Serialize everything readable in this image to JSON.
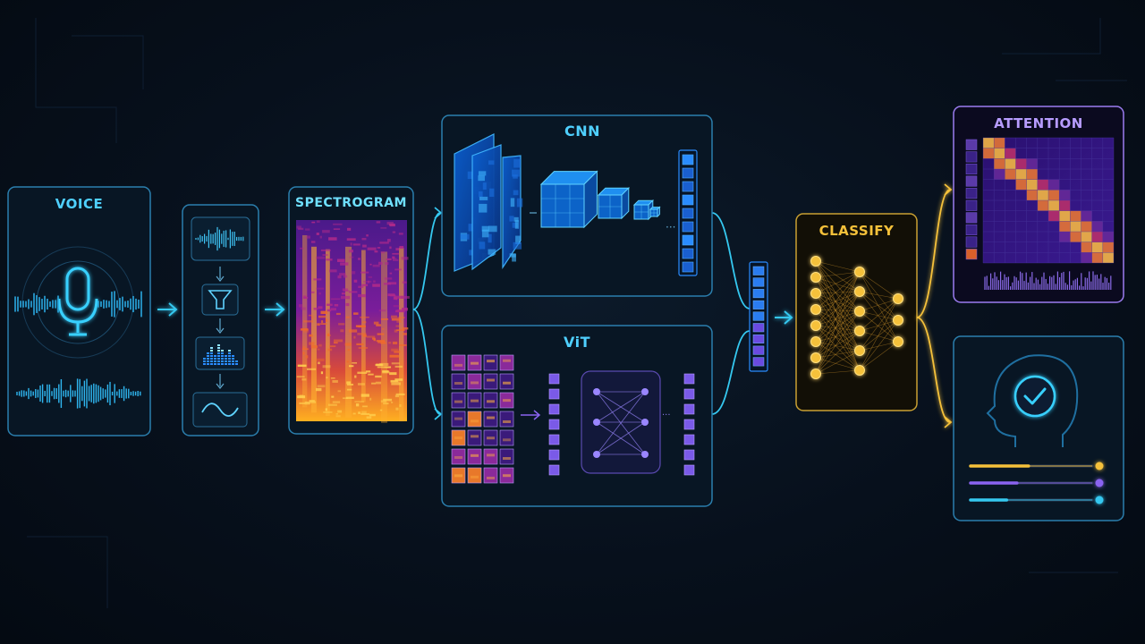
{
  "labels": {
    "voice": "VOICE",
    "spectrogram": "SPECTROGRAM",
    "cnn": "CNN",
    "vit": "ViT",
    "classify": "CLASSIFY",
    "attention": "ATTENTION"
  },
  "colors": {
    "cyan": "#35c8f0",
    "blue": "#2a8cff",
    "purple": "#8a63f0",
    "gold": "#f5c13a",
    "attention_border": "#9b7cf0"
  },
  "icons": [
    "microphone-icon",
    "waveform-icon",
    "filter-icon",
    "equalizer-icon",
    "sine-wave-icon",
    "head-profile-icon",
    "checkmark-icon"
  ],
  "result_bars": [
    {
      "color": "#f5c13a",
      "level": 0.45
    },
    {
      "color": "#8a63f0",
      "level": 0.36
    },
    {
      "color": "#35c8f0",
      "level": 0.28
    }
  ]
}
